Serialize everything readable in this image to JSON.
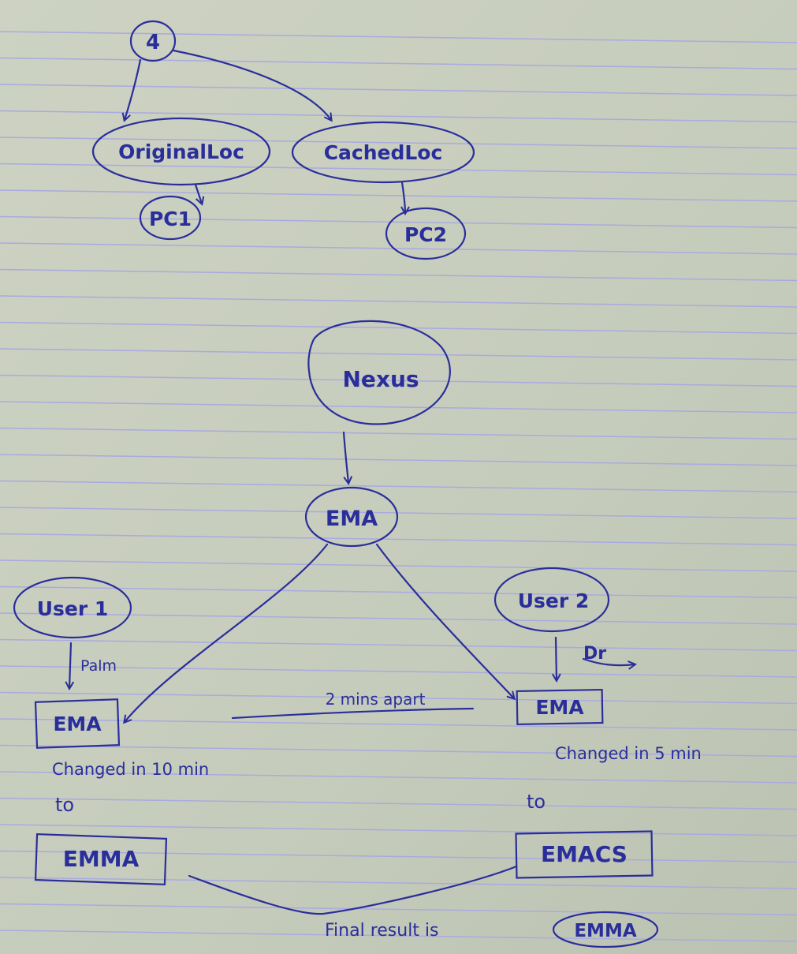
{
  "diagram": {
    "top": {
      "root": "4",
      "left_node": "OriginalLoc",
      "right_node": "CachedLoc",
      "left_leaf": "PC1",
      "right_leaf": "PC2"
    },
    "bottom": {
      "source": "Nexus",
      "ema_center": "EMA",
      "user1": "User 1",
      "user2": "User 2",
      "user1_edge_label": "Palm",
      "user2_edge_label": "Dr",
      "ema_left": "EMA",
      "ema_right": "EMA",
      "changed_left": "Changed in 10 min",
      "changed_right": "Changed in 5 min",
      "to_left": "to",
      "to_right": "to",
      "gap_label": "2 mins apart",
      "emma": "EMMA",
      "emacs": "EMACS",
      "final_text": "Final result is",
      "final_value": "EMMA"
    }
  },
  "colors": {
    "ink": "#2a2e9a",
    "paper": "#c9cfbf",
    "rule": "#a9aadf"
  }
}
